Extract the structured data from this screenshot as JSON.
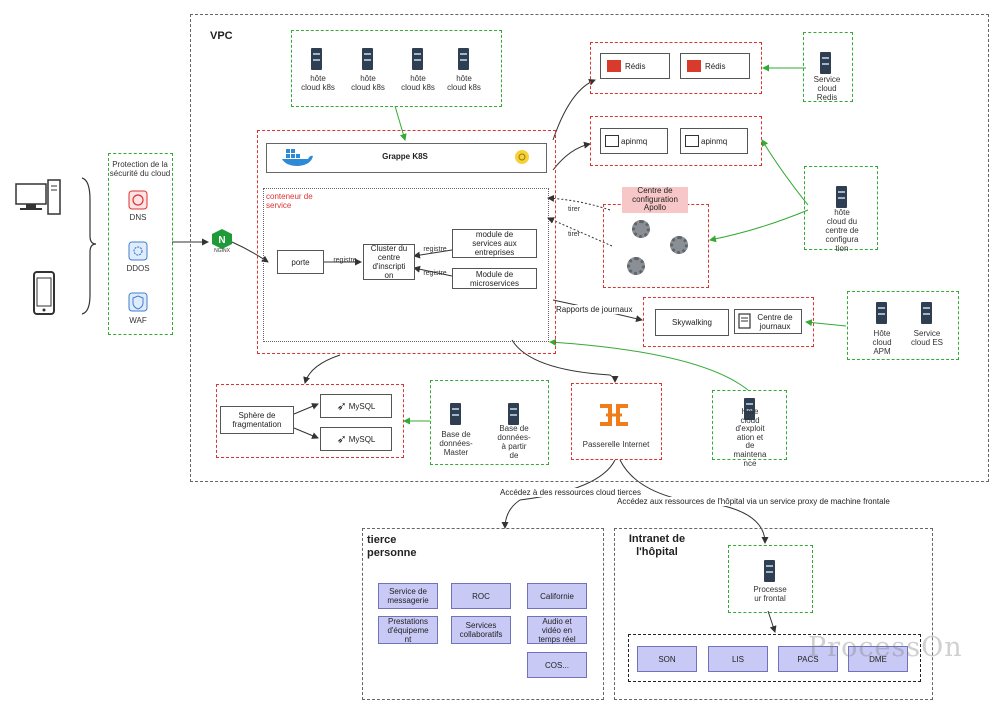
{
  "vpc": {
    "title": "VPC"
  },
  "k8s_hosts": {
    "items": [
      "hôte\ncloud k8s",
      "hôte\ncloud k8s",
      "hôte\ncloud k8s",
      "hôte\ncloud k8s"
    ]
  },
  "security": {
    "title": "Protection de la\nsécurité du cloud",
    "items": [
      "DNS",
      "DDOS",
      "WAF"
    ]
  },
  "nginx": {
    "label": "NGINX"
  },
  "cluster": {
    "title": "Grappe K8S",
    "container_label": "conteneur de\nservice"
  },
  "services": {
    "porte": "porte",
    "registre": "registre",
    "registry_center": "Cluster du\ncentre\nd'inscripti\non",
    "enterprise": "module de\nservices aux\nentreprises",
    "micro": "Module de\nmicroservices",
    "registre2": "registre",
    "registre3": "registre",
    "tirer1": "tirer",
    "tirer2": "tirer"
  },
  "redis": {
    "items": [
      "Rédis",
      "Rédis"
    ],
    "cloud_service": "Service\ncloud\nRedis"
  },
  "mq": {
    "items": [
      "apinmq",
      "apinmq"
    ]
  },
  "config": {
    "title": "Centre de\nconfiguration\nApollo",
    "host": "hôte\ncloud du\ncentre de\nconfigura\ntion"
  },
  "logging": {
    "link_label": "Rapports de journaux",
    "skywalking": "Skywalking",
    "log_center": "Centre de\njournaux",
    "apm": "Hôte\ncloud\nAPM",
    "es": "Service\ncloud ES"
  },
  "db": {
    "shard": "Sphère de\nfragmentation",
    "mysql": [
      "MySQL",
      "MySQL"
    ],
    "master": "Base de\ndonnées-\nMaster",
    "slave": "Base de\ndonnées-\nà partir\nde"
  },
  "gateway": {
    "label": "Passerelle Internet"
  },
  "ops_host": {
    "label": "Hôte\ncloud\nd'exploit\nation et\nde\nmaintena\nnce"
  },
  "links": {
    "third_party_access": "Accédez à des ressources cloud tierces",
    "hospital_access": "Accédez aux ressources de l'hôpital via un service proxy de machine frontale"
  },
  "third_party": {
    "title": "tierce\npersonne",
    "items": [
      "Service de\nmessagerie",
      "ROC",
      "Californie",
      "Prestations\nd'équipeme\nnt",
      "Services\ncollaboratifs",
      "Audio et\nvidéo en\ntemps réel",
      "COS..."
    ]
  },
  "hospital": {
    "title": "Intranet de\nl'hôpital",
    "front": "Processe\nur frontal",
    "systems": [
      "SON",
      "LIS",
      "PACS",
      "DME"
    ]
  },
  "watermark": "ProcessOn"
}
